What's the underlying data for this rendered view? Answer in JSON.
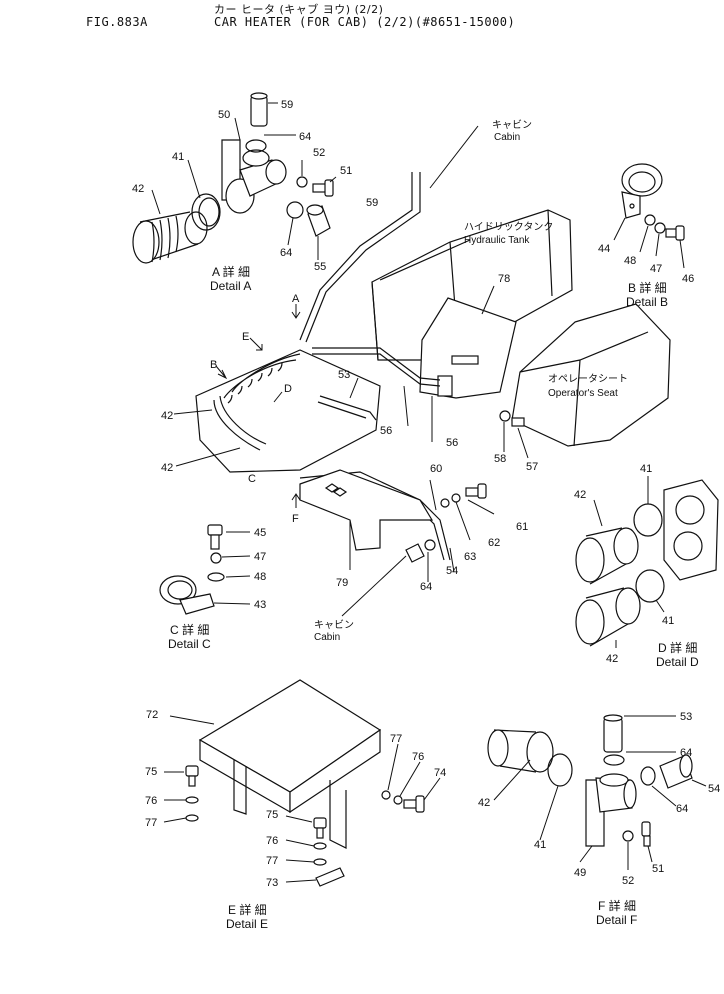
{
  "header": {
    "figure": "FIG.883A",
    "title_jp": "カー ヒータ (キャブ ヨウ) (2/2)",
    "title": "CAR HEATER (FOR CAB) (2/2)(#8651-15000)"
  },
  "notes": {
    "cabin_jp_top": "キャビン",
    "cabin_top": "Cabin",
    "hydraulic_tank_jp": "ハイドリックタンク",
    "hydraulic_tank": "Hydraulic Tank",
    "operator_seat_jp": "オペレータシート",
    "operator_seat": "Operator's Seat",
    "cabin_jp_bottom": "キャビン",
    "cabin_bottom": "Cabin"
  },
  "view_letters": {
    "A": "A",
    "B": "B",
    "C": "C",
    "D": "D",
    "E": "E",
    "F": "F"
  },
  "details": {
    "a_jp": "A 詳 細",
    "a": "Detail A",
    "b_jp": "B 詳 細",
    "b": "Detail B",
    "c_jp": "C 詳 細",
    "c": "Detail C",
    "d_jp": "D 詳 細",
    "d": "Detail D",
    "e_jp": "E 詳 細",
    "e": "Detail E",
    "f_jp": "F 詳 細",
    "f": "Detail F"
  },
  "callouts": {
    "c59a": "59",
    "c50": "50",
    "c64a": "64",
    "c52a": "52",
    "c51a": "51",
    "c41a": "41",
    "c42a": "42",
    "c64b": "64",
    "c55": "55",
    "c59b": "59",
    "c44": "44",
    "c48a": "48",
    "c47a": "47",
    "c46": "46",
    "c78": "78",
    "c53a": "53",
    "c42b": "42",
    "c42c": "42",
    "c56a": "56",
    "c56b": "56",
    "c58": "58",
    "c57": "57",
    "c60": "60",
    "c61": "61",
    "c62": "62",
    "c63": "63",
    "c54a": "54",
    "c64c": "64",
    "c79": "79",
    "c45": "45",
    "c47b": "47",
    "c48b": "48",
    "c43": "43",
    "c42d": "42",
    "c41b": "41",
    "c41c": "41",
    "c42e": "42",
    "c72": "72",
    "c75a": "75",
    "c76a": "76",
    "c77a": "77",
    "c77b": "77",
    "c76b": "76",
    "c74": "74",
    "c75b": "75",
    "c76c": "76",
    "c77c": "77",
    "c73": "73",
    "c53b": "53",
    "c64d": "64",
    "c54b": "54",
    "c42f": "42",
    "c64e": "64",
    "c41d": "41",
    "c49": "49",
    "c52b": "52",
    "c51b": "51"
  }
}
